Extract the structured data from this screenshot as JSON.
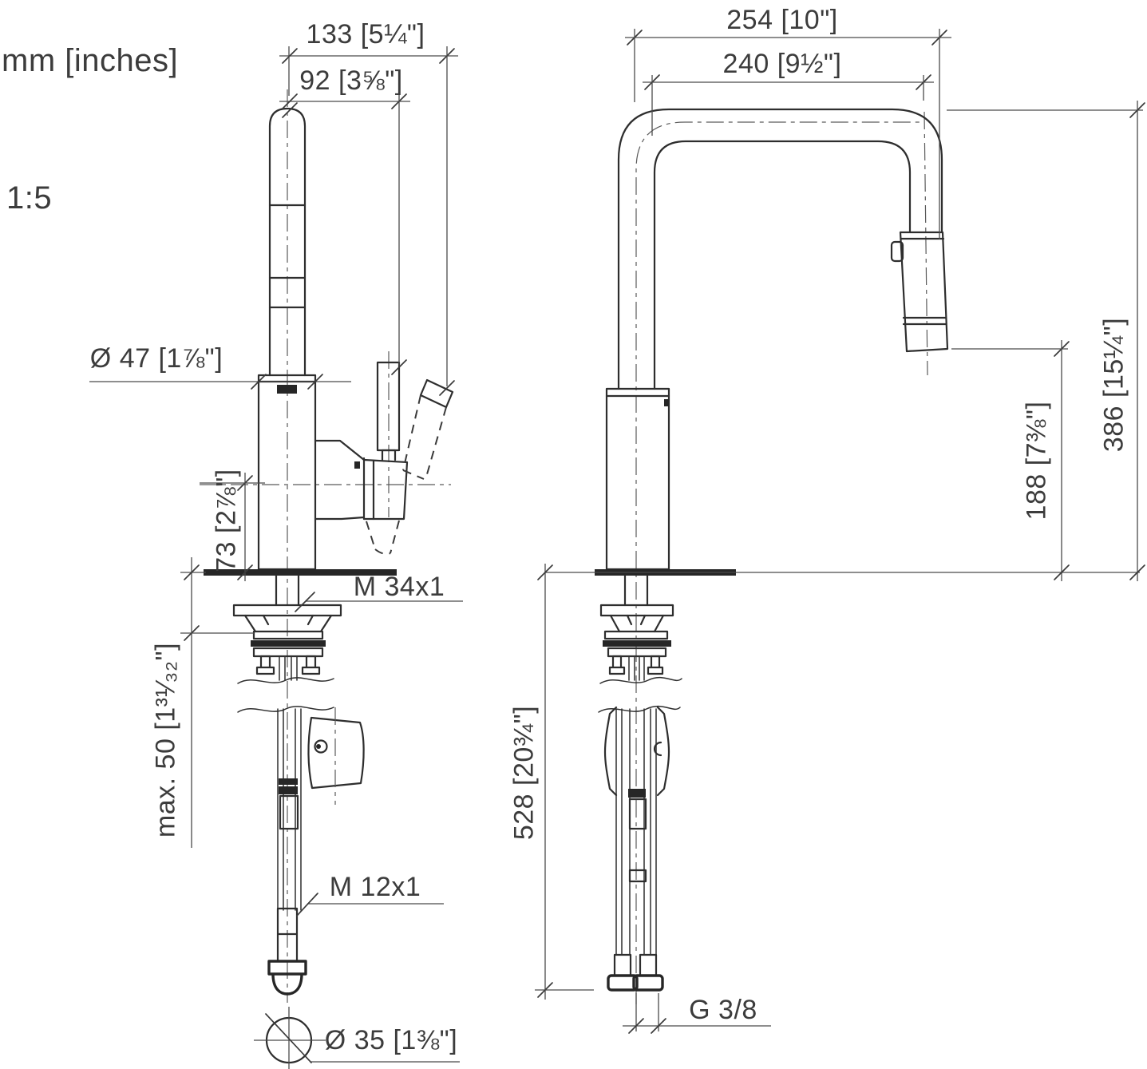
{
  "drawing": {
    "units_note": "mm [inches]",
    "scale_note": "1:5",
    "line_color": "#2e2e2e",
    "background": "#ffffff",
    "side_view": {
      "dim_overall_width": "133 [5¼\"]",
      "dim_spout_offset": "92 [3⅝\"]",
      "dim_base_diameter": "Ø 47 [1⅞\"]",
      "dim_body_height": "73 [2⅞\"]",
      "thread_mounting": "M 34x1",
      "dim_max_counter_thickness": "max. 50 [1³¹⁄₃₂\"]",
      "thread_hose_connector": "M 12x1",
      "dim_hole_diameter": "Ø 35 [1⅜\"]"
    },
    "front_view": {
      "dim_overall_width": "254 [10\"]",
      "dim_spout_reach": "240 [9½\"]",
      "dim_outlet_clearance": "188 [7⅜\"]",
      "dim_overall_height": "386 [15¼\"]",
      "dim_hose_length_below_deck": "528 [20¾\"]",
      "thread_supply_connection": "G 3/8"
    }
  }
}
